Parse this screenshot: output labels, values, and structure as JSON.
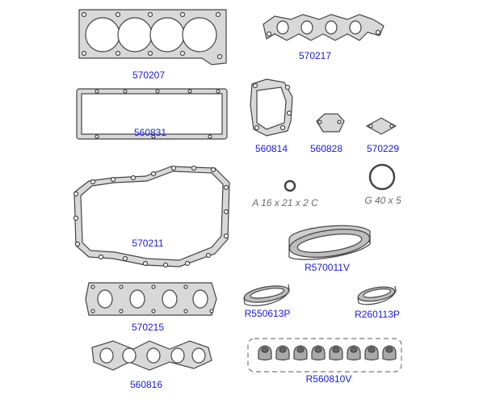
{
  "parts": [
    {
      "id": "head-gasket",
      "label": "570207"
    },
    {
      "id": "intake-manifold-gasket",
      "label": "570217"
    },
    {
      "id": "valve-cover-gasket",
      "label": "560831"
    },
    {
      "id": "water-pump-gasket",
      "label": "560814"
    },
    {
      "id": "small-plate-gasket",
      "label": "560828"
    },
    {
      "id": "diamond-plate-gasket",
      "label": "570229"
    },
    {
      "id": "small-o-ring",
      "label": "A 16 x 21 x 2 C"
    },
    {
      "id": "large-o-ring",
      "label": "G 40 x 5"
    },
    {
      "id": "oil-pan-gasket",
      "label": "570211"
    },
    {
      "id": "large-oil-seal",
      "label": "R570011V"
    },
    {
      "id": "oil-seal-left",
      "label": "R550613P"
    },
    {
      "id": "oil-seal-right",
      "label": "R260113P"
    },
    {
      "id": "exhaust-manifold-gasket",
      "label": "570215"
    },
    {
      "id": "exhaust-manifold-gasket-2",
      "label": "560816"
    },
    {
      "id": "valve-stem-seals",
      "label": "R560810V"
    }
  ],
  "colors": {
    "label": "#1a1ae6",
    "spec": "#6b6b6b",
    "gasket": "#d8d8d8",
    "outline": "#444444"
  }
}
